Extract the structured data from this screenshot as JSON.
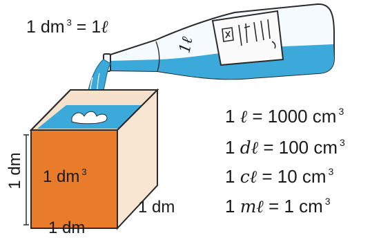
{
  "equivalence": {
    "lhs": "1 dm",
    "lhs_exp": "3",
    "eq": " = 1",
    "unit": "ℓ"
  },
  "bottle_label": {
    "volume": "1ℓ"
  },
  "cube": {
    "face_label": "1 dm",
    "face_exp": "3",
    "height_label": "1 dm",
    "width_label": "1 dm",
    "depth_label": "1 dm"
  },
  "conversions": [
    {
      "lead": "1 ",
      "unit": "ℓ",
      "rest": " = 1000 cm",
      "exp": "3"
    },
    {
      "lead": "1 ",
      "unit": "dℓ",
      "rest": " = 100 cm",
      "exp": "3"
    },
    {
      "lead": "1 ",
      "unit": "cℓ",
      "rest": " = 10 cm",
      "exp": "3"
    },
    {
      "lead": "1 ",
      "unit": "mℓ",
      "rest": " = 1 cm",
      "exp": "3"
    }
  ],
  "colors": {
    "water": "#3ba9d9",
    "cube_front": "#e87c2a",
    "cube_inner": "#f6e2cc",
    "outline": "#2a2a2a"
  }
}
